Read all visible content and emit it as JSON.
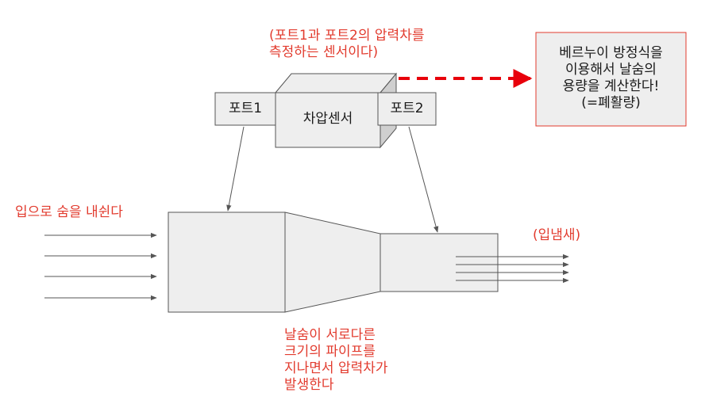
{
  "labels": {
    "sensor_note_line1": "(포트1과 포트2의 압력차를",
    "sensor_note_line2": "측정하는 센서이다)",
    "port1": "포트1",
    "port2": "포트2",
    "sensor": "차압센서",
    "result_line1": "베르누이 방정식을",
    "result_line2": "이용해서 날숨의",
    "result_line3": "용량을 계산한다!",
    "result_line4": "(=폐활량)",
    "inlet": "입으로 숨을 내쉰다",
    "outlet": "(입냄새)",
    "pipe_note_line1": "날숨이 서로다른",
    "pipe_note_line2": "크기의 파이프를",
    "pipe_note_line3": "지나면서 압력차가",
    "pipe_note_line4": "발생한다"
  },
  "colors": {
    "annotation": "#e23b2e",
    "box_fill": "#eeeeee",
    "box_stroke": "#555555",
    "result_border": "#e23b2e"
  }
}
